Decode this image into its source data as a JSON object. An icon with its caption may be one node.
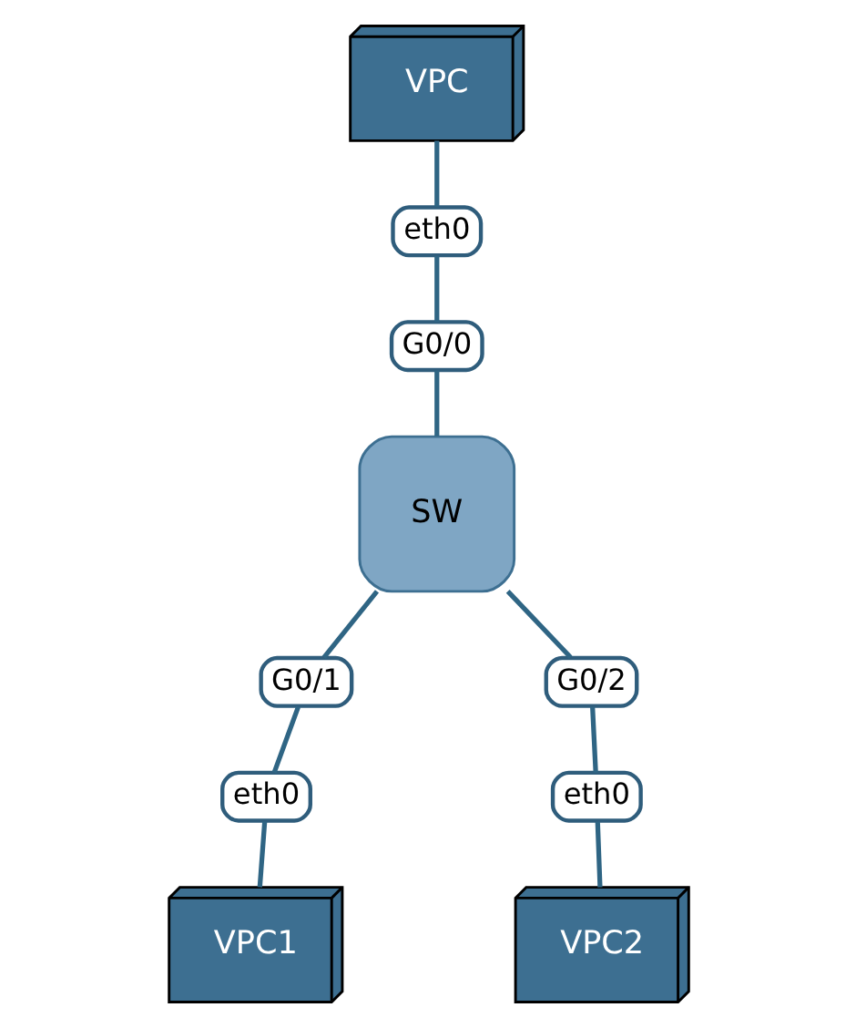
{
  "diagram": {
    "nodes": [
      {
        "text": [
          "VPC"
        ]
      },
      {
        "text": [
          "eth0"
        ]
      },
      {
        "text": [
          "G0/0"
        ]
      },
      {
        "text": [
          "SW"
        ]
      },
      {
        "text": [
          "G0/1"
        ]
      },
      {
        "text": [
          "G0/2"
        ]
      },
      {
        "text": [
          "eth0"
        ]
      },
      {
        "text": [
          "eth0"
        ]
      },
      {
        "text": [
          "VPC1"
        ]
      },
      {
        "text": [
          "VPC2"
        ]
      }
    ],
    "edges": [
      {
        "from": 0,
        "to": 1,
        "arrow": "none"
      },
      {
        "from": 1,
        "to": 2,
        "arrow": "none"
      },
      {
        "from": 2,
        "to": 3,
        "arrow": "none"
      },
      {
        "from": 3,
        "to": 4,
        "arrow": "none"
      },
      {
        "from": 4,
        "to": 6,
        "arrow": "none"
      },
      {
        "from": 6,
        "to": 8,
        "arrow": "none"
      },
      {
        "from": 3,
        "to": 5,
        "arrow": "none"
      },
      {
        "from": 5,
        "to": 7,
        "arrow": "none"
      },
      {
        "from": 7,
        "to": 9,
        "arrow": "none"
      }
    ]
  }
}
